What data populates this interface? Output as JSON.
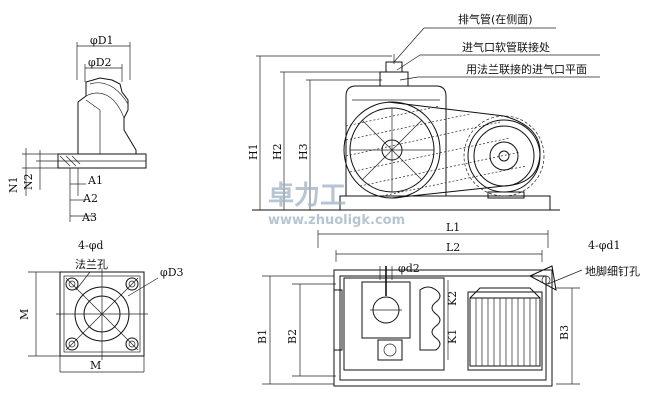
{
  "flange_side": {
    "phi_D1": "φD1",
    "phi_D2": "φD2",
    "N1": "N1",
    "N2": "N2",
    "A1": "A1",
    "A2": "A2",
    "A3": "A3"
  },
  "flange_top": {
    "holes_4_phi_d": "4-φd",
    "flange_hole": "法兰孔",
    "phi_D3": "φD3",
    "M_vertical": "M",
    "M_horizontal": "M"
  },
  "pump_elevation": {
    "exhaust_pipe": "排气管(在侧面)",
    "inlet_hose_joint": "进气口软管联接处",
    "inlet_flange_plane": "用法兰联接的进气口平面",
    "H1": "H1",
    "H2": "H2",
    "H3": "H3"
  },
  "pump_plan": {
    "L1": "L1",
    "L2": "L2",
    "phi_d2": "φd2",
    "K2": "K2",
    "K1": "K1",
    "holes_4_phi_d1": "4-φd1",
    "anchor_bolt_hole": "地脚细钉孔",
    "B1": "B1",
    "B2": "B2",
    "B3": "B3"
  },
  "watermark": {
    "cn": "卓力工",
    "url": "www.zhuoligk.com"
  }
}
